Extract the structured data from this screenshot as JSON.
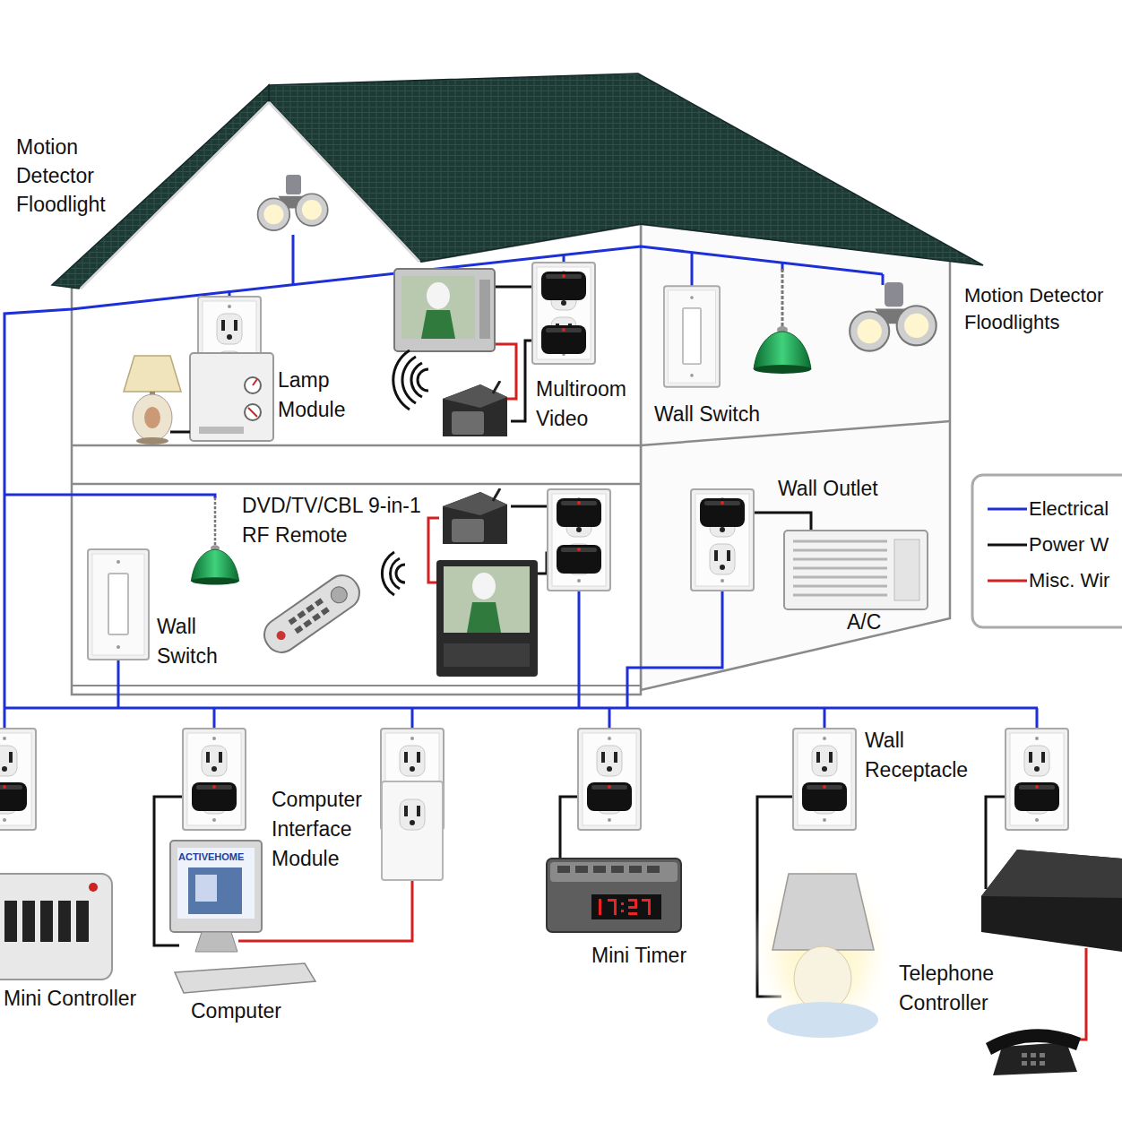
{
  "diagram": {
    "labels": [
      "Motion Detector Floodlight",
      "Lamp Module",
      "Multiroom Video",
      "Wall Switch",
      "Motion Detector Floodlights",
      "DVD/TV/CBL 9-in-1 RF Remote",
      "Wall Outlet",
      "Wall Switch",
      "A/C",
      "Computer Interface Module",
      "Wall Receptacle",
      "ACTIVEHOME",
      "Mini Controller",
      "Computer",
      "Mini Timer",
      "Telephone Controller"
    ],
    "legend": [
      {
        "text": "Electrical"
      },
      {
        "text": "Power W"
      },
      {
        "text": "Misc. Wir"
      }
    ]
  }
}
